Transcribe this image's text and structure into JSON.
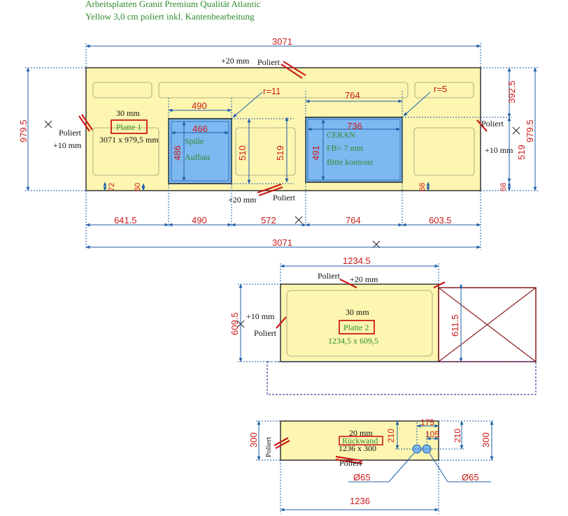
{
  "header": {
    "line1": "Arbeitsplatten Granit Premium Qualität Atlantic",
    "line2": "Yellow 3,0 cm poliert inkl. Kantenbearbeitung"
  },
  "colors": {
    "slab": "#fcf6b0",
    "cutout": "#7db8f0",
    "dimension": "#cc1a1a",
    "dimline": "#1f5fa8",
    "label": "#2e8b2e",
    "polished": "#cc1a1a",
    "dummy": "#8b1a1a"
  },
  "plate1": {
    "label": "Platte 1",
    "thickness": "30 mm",
    "size": "3071 x 979,5 mm",
    "dims": {
      "overall_top": "3071",
      "overall_bottom": "3071",
      "left_height": "979.5",
      "right_height": "979.5",
      "right_upper": "392.5",
      "right_lower": "519",
      "sink_outer_w": "490",
      "sink_inner_w": "466",
      "sink_outer_h": "510",
      "sink_inner_h": "486",
      "cooktop_outer_w": "764",
      "cooktop_inner_w": "736",
      "cooktop_outer_h": "519",
      "cooktop_inner_h": "491",
      "edge_left": "72",
      "edge_left2": "60",
      "edge_right": "68",
      "edge_right2": "68",
      "r_sink": "r=11",
      "r_cooktop": "r=5",
      "bottom_segments": [
        "641.5",
        "490",
        "572",
        "764",
        "603.5"
      ]
    },
    "sink_label_1": "Spüle",
    "sink_label_2": "Aufbau",
    "cooktop_label_1": "CERAN",
    "cooktop_label_2": "FB= 7 mm",
    "cooktop_label_3": "Bitte kontrole",
    "polished_top": "Poliert",
    "offset_top": "+20 mm",
    "polished_left": "Poliert",
    "offset_left": "+10 mm",
    "polished_right": "Poliert",
    "offset_right": "+10 mm",
    "polished_bottom": "Poliert",
    "offset_bottom": "+20 mm"
  },
  "plate2": {
    "label": "Platte 2",
    "thickness": "30 mm",
    "size": "1234,5 x 609,5",
    "dims": {
      "width": "1234.5",
      "height_left": "609.5",
      "height_right": "611.5"
    },
    "polished_top": "Poliert",
    "offset_top": "+20 mm",
    "polished_left": "Poliert",
    "offset_left": "+10 mm"
  },
  "backsplash": {
    "label": "Rückwand",
    "thickness": "20 mm",
    "size": "1236 x 300",
    "polished_left": "Poliert",
    "polished_bottom": "Poliert",
    "dims": {
      "width": "1236",
      "height_left": "300",
      "height_right": "300",
      "hole_left_h": "210",
      "hole_right_h": "210",
      "hole_spacing_a": "175",
      "hole_spacing_b": "105",
      "hole_left_dia": "Ø65",
      "hole_right_dia": "Ø65"
    }
  }
}
